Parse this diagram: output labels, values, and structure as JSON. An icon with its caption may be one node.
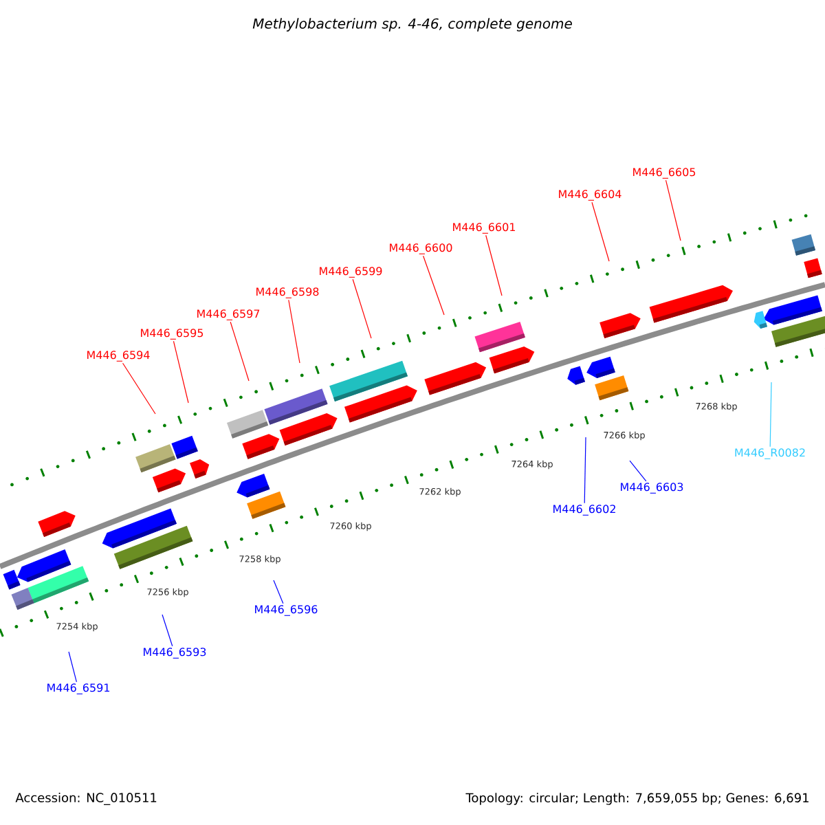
{
  "diagram": {
    "title": "Methylobacterium sp. 4-46, complete genome",
    "nodes": [
      {
        "text": [
          "M446_6594"
        ]
      },
      {
        "text": [
          "M446_6595"
        ]
      },
      {
        "text": [
          "M446_6597"
        ]
      },
      {
        "text": [
          "M446_6598"
        ]
      },
      {
        "text": [
          "M446_6599"
        ]
      },
      {
        "text": [
          "M446_6600"
        ]
      },
      {
        "text": [
          "M446_6601"
        ]
      },
      {
        "text": [
          "M446_6604"
        ]
      },
      {
        "text": [
          "M446_6605"
        ]
      },
      {
        "text": [
          "M446_6591"
        ]
      },
      {
        "text": [
          "M446_6593"
        ]
      },
      {
        "text": [
          "M446_6596"
        ]
      },
      {
        "text": [
          "M446_6602"
        ]
      },
      {
        "text": [
          "M446_6603"
        ]
      },
      {
        "text": [
          "M446_R0082"
        ]
      }
    ],
    "edges": [
      {
        "from": 0,
        "to": null,
        "arrow": "none"
      },
      {
        "from": 1,
        "to": null,
        "arrow": "none"
      },
      {
        "from": 2,
        "to": null,
        "arrow": "none"
      },
      {
        "from": 3,
        "to": null,
        "arrow": "none"
      },
      {
        "from": 4,
        "to": null,
        "arrow": "none"
      },
      {
        "from": 5,
        "to": null,
        "arrow": "none"
      },
      {
        "from": 6,
        "to": null,
        "arrow": "none"
      },
      {
        "from": 7,
        "to": null,
        "arrow": "none"
      },
      {
        "from": 8,
        "to": null,
        "arrow": "none"
      },
      {
        "from": 9,
        "to": null,
        "arrow": "none",
        "color": "#0000ff"
      },
      {
        "from": 10,
        "to": null,
        "arrow": "none",
        "color": "#0000ff"
      },
      {
        "from": 11,
        "to": null,
        "arrow": "none",
        "color": "#0000ff"
      },
      {
        "from": 12,
        "to": null,
        "arrow": "none",
        "color": "#0000ff"
      },
      {
        "from": 13,
        "to": null,
        "arrow": "none",
        "color": "#0000ff"
      },
      {
        "from": 14,
        "to": null,
        "arrow": "none",
        "color": "#33ccff"
      }
    ],
    "labels": [
      "7254 kbp",
      "7256 kbp",
      "7258 kbp",
      "7260 kbp",
      "7262 kbp",
      "7264 kbp",
      "7266 kbp",
      "7268 kbp",
      "Accession: NC_010511",
      "Topology: circular; Length: 7,659,055 bp; Genes: 6,691"
    ]
  }
}
